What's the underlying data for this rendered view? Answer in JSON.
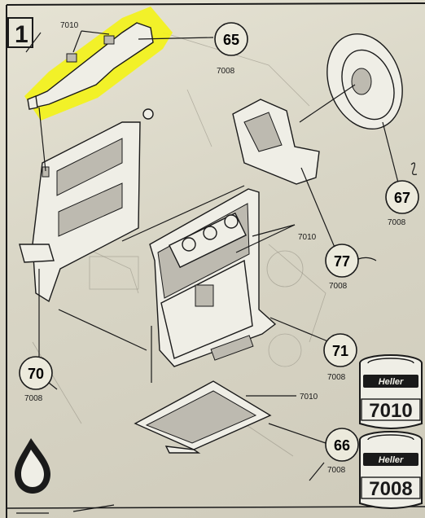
{
  "step": {
    "number": "1"
  },
  "callouts": [
    {
      "id": "65",
      "code": "7008"
    },
    {
      "id": "67",
      "code": "7008"
    },
    {
      "id": "77",
      "code": "7008"
    },
    {
      "id": "71",
      "code": "7008"
    },
    {
      "id": "70",
      "code": "7008"
    },
    {
      "id": "66",
      "code": "7008"
    }
  ],
  "paint_codes": {
    "top_bracket": "7010",
    "block_color": "7010",
    "sump_color": "7010"
  },
  "paint_pots": [
    {
      "brand": "Heller",
      "code": "7010"
    },
    {
      "brand": "Heller",
      "code": "7008"
    }
  ],
  "colors": {
    "highlight": "#f3f21a",
    "ink": "#1a1a1a",
    "paper": "#e3e0d1"
  },
  "icons": {
    "glue": "glue-drop-icon"
  }
}
